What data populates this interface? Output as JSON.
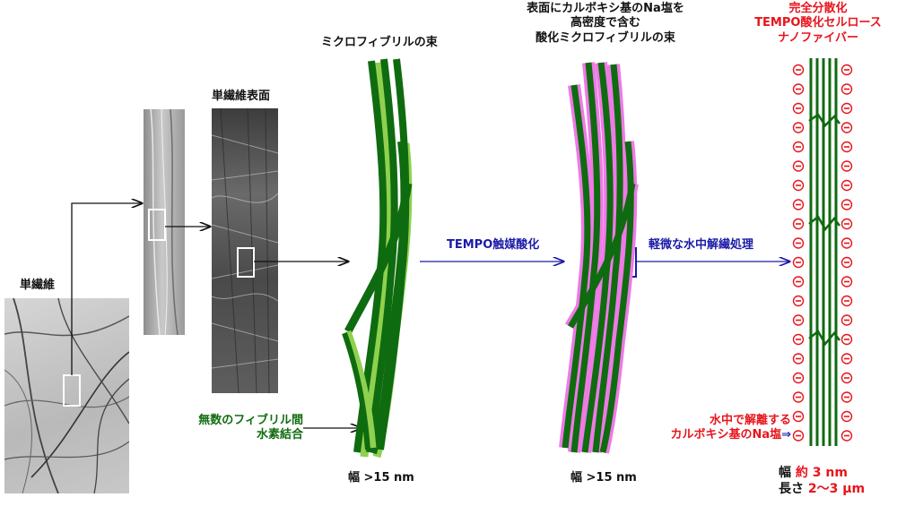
{
  "labels": {
    "single_fiber": "単繊維",
    "fiber_surface": "単繊維表面",
    "microfibril_bundle": "ミクロフィブリルの束",
    "oxidized_title_1": "表面にカルボキシ基のNa塩を",
    "oxidized_title_2": "高密度で含む",
    "oxidized_title_3": "酸化ミクロフィブリルの束",
    "tempo_title_1": "完全分散化",
    "tempo_title_2": "TEMPO酸化セルロース",
    "tempo_title_3": "ナノファイバー",
    "step_oxidation": "TEMPO触媒酸化",
    "step_dispersion": "軽微な水中解繊処理",
    "hbond_1": "無数のフィブリル間",
    "hbond_2": "水素結合",
    "salt_1": "水中で解離する",
    "salt_2": "カルボキシ基のNa塩",
    "salt_arrow": "⇒",
    "width_label_1": "幅 >15 nm",
    "width_label_2": "幅 >15 nm",
    "width_prefix": "幅",
    "width_value": "約 3 nm",
    "length_prefix": "長さ",
    "length_value": "2〜3 μm"
  },
  "icons": {
    "negative_charge": "⊖"
  },
  "colors": {
    "fibril_dark": "#0f6b0f",
    "fibril_light": "#8fd14f",
    "oxidized_halo": "#ee7ae6",
    "charge_red": "#e8141b",
    "process_blue": "#1a1aa8"
  }
}
